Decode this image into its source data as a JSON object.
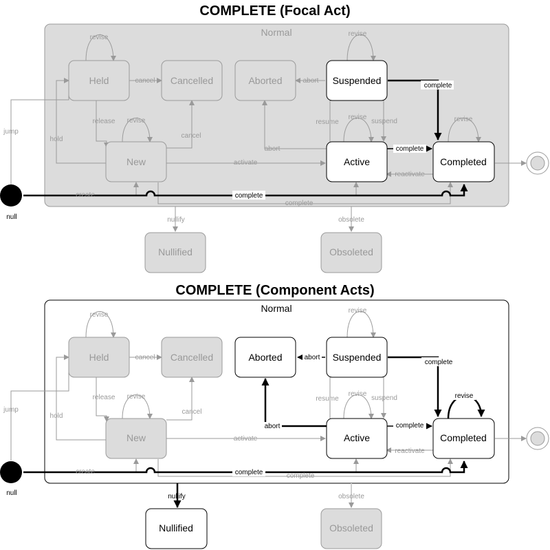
{
  "diagram1": {
    "title": "COMPLETE (Focal Act)",
    "region": "Normal",
    "states": {
      "held": "Held",
      "cancelled": "Cancelled",
      "aborted": "Aborted",
      "suspended": "Suspended",
      "new": "New",
      "active": "Active",
      "completed": "Completed",
      "nullified": "Nullified",
      "obsoleted": "Obsoleted"
    },
    "initial_label": "null",
    "edges": {
      "revise": "revise",
      "cancel": "cancel",
      "abort": "abort",
      "complete": "complete",
      "release": "release",
      "resume": "resume",
      "suspend": "suspend",
      "hold": "hold",
      "jump": "jump",
      "activate": "activate",
      "reactivate": "reactivate",
      "create": "create",
      "nullify": "nullify",
      "obsolete": "obsolete"
    }
  },
  "diagram2": {
    "title": "COMPLETE (Component Acts)",
    "region": "Normal",
    "states": {
      "held": "Held",
      "cancelled": "Cancelled",
      "aborted": "Aborted",
      "suspended": "Suspended",
      "new": "New",
      "active": "Active",
      "completed": "Completed",
      "nullified": "Nullified",
      "obsoleted": "Obsoleted"
    },
    "initial_label": "null",
    "edges": {
      "revise": "revise",
      "cancel": "cancel",
      "abort": "abort",
      "complete": "complete",
      "release": "release",
      "resume": "resume",
      "suspend": "suspend",
      "hold": "hold",
      "jump": "jump",
      "activate": "activate",
      "reactivate": "reactivate",
      "create": "create",
      "nullify": "nullify",
      "obsolete": "obsolete"
    }
  },
  "colors": {
    "active_stroke": "#000000",
    "inactive_stroke": "#a0a0a0",
    "inactive_text": "#999999",
    "inactive_fill": "#dcdcdc",
    "region_fill_focal": "#dcdcdc",
    "region_fill_component": "#ffffff",
    "active_fill": "#ffffff"
  }
}
